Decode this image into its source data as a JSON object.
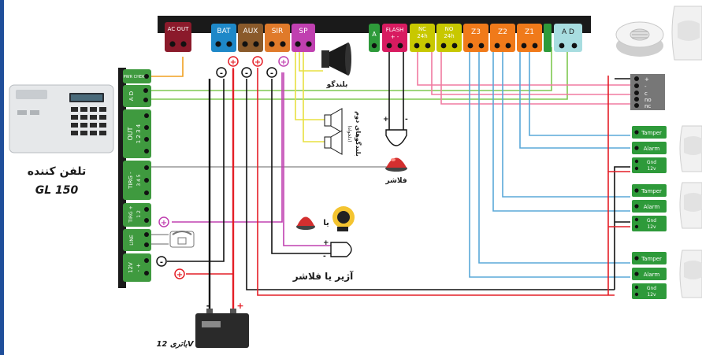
{
  "colors": {
    "page_bar": "#1f4e9a",
    "board": "#1a1a1a",
    "ac_term": "#8b1a2b",
    "bat_term": "#1e88c8",
    "aux_term": "#8a5a2b",
    "sir_term": "#e07a2a",
    "sp_term": "#c040b0",
    "a_term": "#2e9a3a",
    "flash_term": "#d81b60",
    "nc_no_term": "#c8c800",
    "zone_term": "#f07a1a",
    "ad_term": "#a8dde0",
    "left_term": "#3f9a3f",
    "wire_red": "#e41e26",
    "wire_black": "#111111",
    "wire_orange": "#f0a020",
    "wire_green": "#4caf50",
    "wire_pink": "#f07aa0",
    "wire_magenta": "#c040b0",
    "wire_yellow": "#e8e040",
    "wire_blue": "#5aa8d8",
    "wire_cyan": "#40c0c0",
    "wire_gray": "#888888"
  },
  "top_terminals": {
    "ac_out": "AC OUT",
    "bat": "BAT",
    "aux": "AUX",
    "sir": "SIR",
    "sp": "SP",
    "a": "A",
    "flash": "FLASH",
    "flash_polarity": "+ -",
    "nc": "NC",
    "nc_sub": "24h",
    "no": "NO",
    "no_sub": "24h",
    "z3": "Z3",
    "z2": "Z2",
    "z1": "Z1",
    "ad": "A D"
  },
  "left_terminals": {
    "pwr_chek": "PWR CHEK",
    "ad": "A D",
    "out": "OUT",
    "out_pins": "1 2 3 4",
    "trig_minus": "TIRG -",
    "trig_minus_pins": "3 4 5",
    "trig_plus": "TIRG +",
    "trig_plus_pins": "1 2",
    "line": "LINE",
    "v12": "12V",
    "v12_pins": "- +"
  },
  "keypad": {
    "caption_fa": "تلفن کننده",
    "caption_model": "GL 150"
  },
  "right_block": {
    "pins": [
      "+",
      "-",
      "c",
      "no",
      "nc"
    ]
  },
  "sensors": {
    "tamper": "Tamper",
    "alarm": "Alarm",
    "gnd": "Gnd",
    "v12": "12v"
  },
  "symbols": {
    "plus": "+",
    "minus": "-"
  },
  "labels": {
    "speaker": "بلندگو",
    "speakers_multi": "بلندگوهای دوم",
    "speakers_multi_sub": "(دلخواه)",
    "flasher": "فلاشر",
    "ya": "یا",
    "buzzer_or_flasher": "آژیر یا فلاشر",
    "battery": "باتری 12V"
  }
}
